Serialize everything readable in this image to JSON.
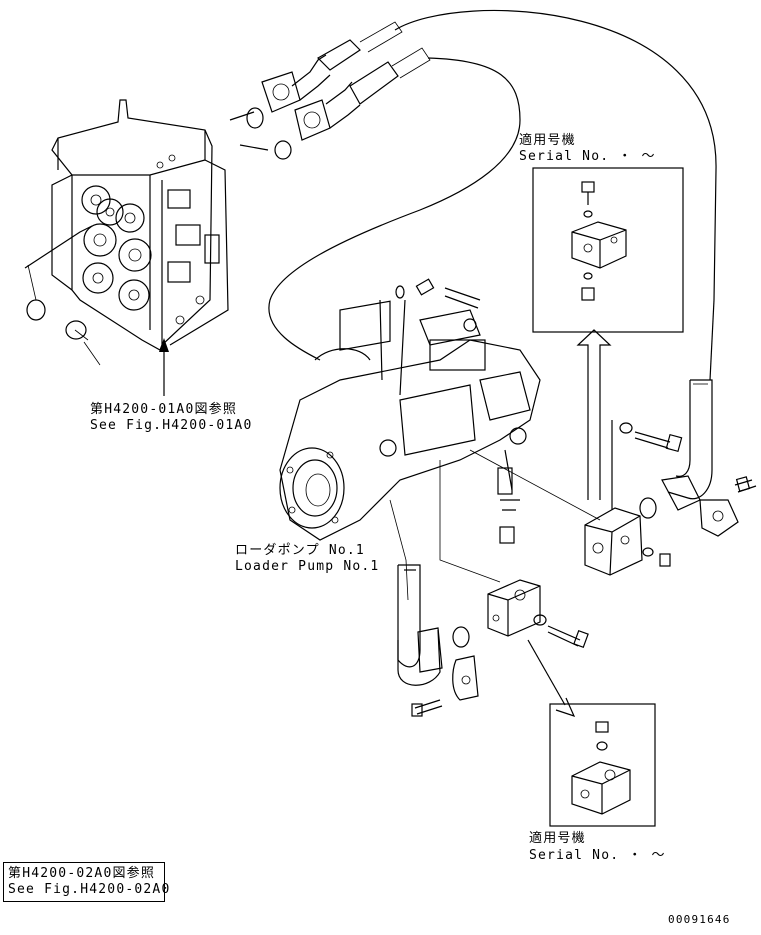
{
  "labels": {
    "ref_top_jp": "第H4200-01A0図参照",
    "ref_top_en": "See Fig.H4200-01A0",
    "pump_jp": "ローダポンプ No.1",
    "pump_en": "Loader Pump No.1",
    "serial_top_jp": "適用号機",
    "serial_top_en": "Serial No. ・ ～",
    "serial_bottom_jp": "適用号機",
    "serial_bottom_en": "Serial No. ・ ～",
    "ref_bottom_jp": "第H4200-02A0図参照",
    "ref_bottom_en": "See Fig.H4200-02A0",
    "drawing_number": "00091646"
  }
}
